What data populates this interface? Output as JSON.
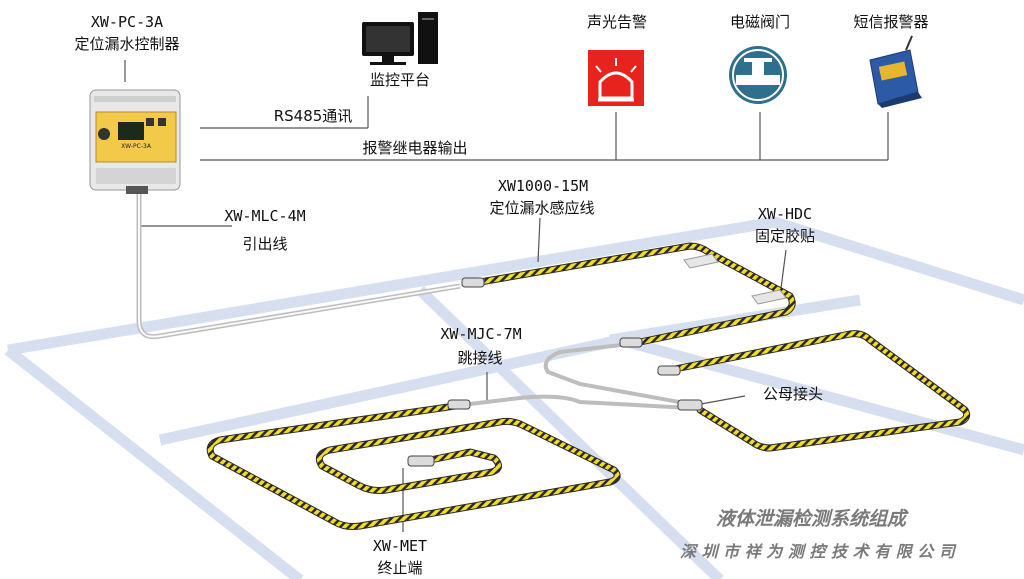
{
  "controller": {
    "model": "XW-PC-3A",
    "name": "定位漏水控制器",
    "panel_text": "XW-PC-3A"
  },
  "monitor": {
    "label": "监控平台"
  },
  "devices": [
    {
      "label": "声光告警",
      "icon": "alarm-light-icon",
      "color": "#e8231d"
    },
    {
      "label": "电磁阀门",
      "icon": "solenoid-valve-icon",
      "color": "#2e6f8e"
    },
    {
      "label": "短信报警器",
      "icon": "sms-alarm-icon",
      "color": "#2d5aa6"
    }
  ],
  "links": {
    "rs485": "RS485通讯",
    "relay": "报警继电器输出"
  },
  "parts": {
    "lead": {
      "model": "XW-MLC-4M",
      "name": "引出线"
    },
    "sensor": {
      "model": "XW1000-15M",
      "name": "定位漏水感应线"
    },
    "tape": {
      "model": "XW-HDC",
      "name": "固定胶贴"
    },
    "jumper": {
      "model": "XW-MJC-7M",
      "name": "跳接线"
    },
    "connector": {
      "name": "公母接头"
    },
    "terminator": {
      "model": "XW-MET",
      "name": "终止端"
    }
  },
  "footer": {
    "title": "液体泄漏检测系统组成",
    "company": "深 圳 市 祥 为 测 控 技 术 有 限 公 司"
  },
  "colors": {
    "floor": "#d6dff0",
    "cable_yellow": "#f2dc2a",
    "cable_dark": "#2a2a2a",
    "line": "#555555"
  }
}
